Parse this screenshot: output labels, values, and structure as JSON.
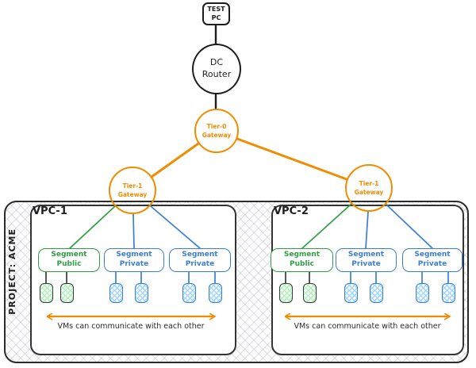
{
  "colors": {
    "black": "#1e1e1e",
    "orange": "#f08c00",
    "green": "#2f9e44",
    "blue": "#3a7fd2",
    "green_fill": "#b2f2bb",
    "blue_fill": "#a5d8ff"
  },
  "nodes": {
    "test_pc": {
      "label": "TEST\nPC"
    },
    "dc_router": {
      "label": "DC\nRouter"
    },
    "tier0_gateway": {
      "label": "Tier-0\nGateway"
    },
    "tier1_gateway_left": {
      "label": "Tier-1\nGateway"
    },
    "tier1_gateway_right": {
      "label": "Tier-1\nGateway"
    }
  },
  "project": {
    "label": "PROJECT: ACME",
    "vpcs": [
      {
        "name": "VPC-1",
        "segments": [
          {
            "label": "Segment\nPublic",
            "type": "public",
            "vm_count": 2
          },
          {
            "label": "Segment\nPrivate",
            "type": "private",
            "vm_count": 2
          },
          {
            "label": "Segment\nPrivate",
            "type": "private",
            "vm_count": 2
          }
        ],
        "caption": "VMs can communicate with each other"
      },
      {
        "name": "VPC-2",
        "segments": [
          {
            "label": "Segment\nPublic",
            "type": "public",
            "vm_count": 2
          },
          {
            "label": "Segment\nPrivate",
            "type": "private",
            "vm_count": 2
          },
          {
            "label": "Segment\nPrivate",
            "type": "private",
            "vm_count": 2
          }
        ],
        "caption": "VMs can communicate with each other"
      }
    ]
  }
}
